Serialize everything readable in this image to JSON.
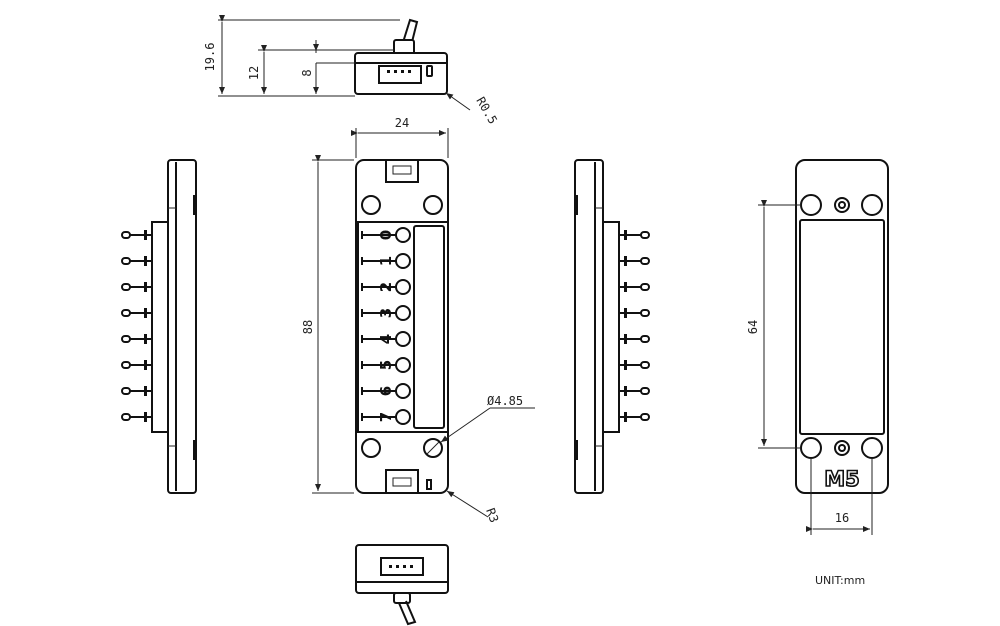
{
  "dimensions": {
    "top_total_height": "19.6",
    "top_body_height": "12",
    "top_connector_height": "8",
    "edge_radius": "R0.5",
    "front_width": "24",
    "front_height": "88",
    "pin_hole_diameter": "Ø4.85",
    "corner_radius": "R3",
    "back_hole_spacing": "64",
    "back_hole_pitch": "16"
  },
  "channel_labels": [
    "0",
    "1",
    "2",
    "3",
    "4",
    "5",
    "6",
    "7"
  ],
  "logo_text": "M5",
  "unit_label": "UNIT:mm"
}
